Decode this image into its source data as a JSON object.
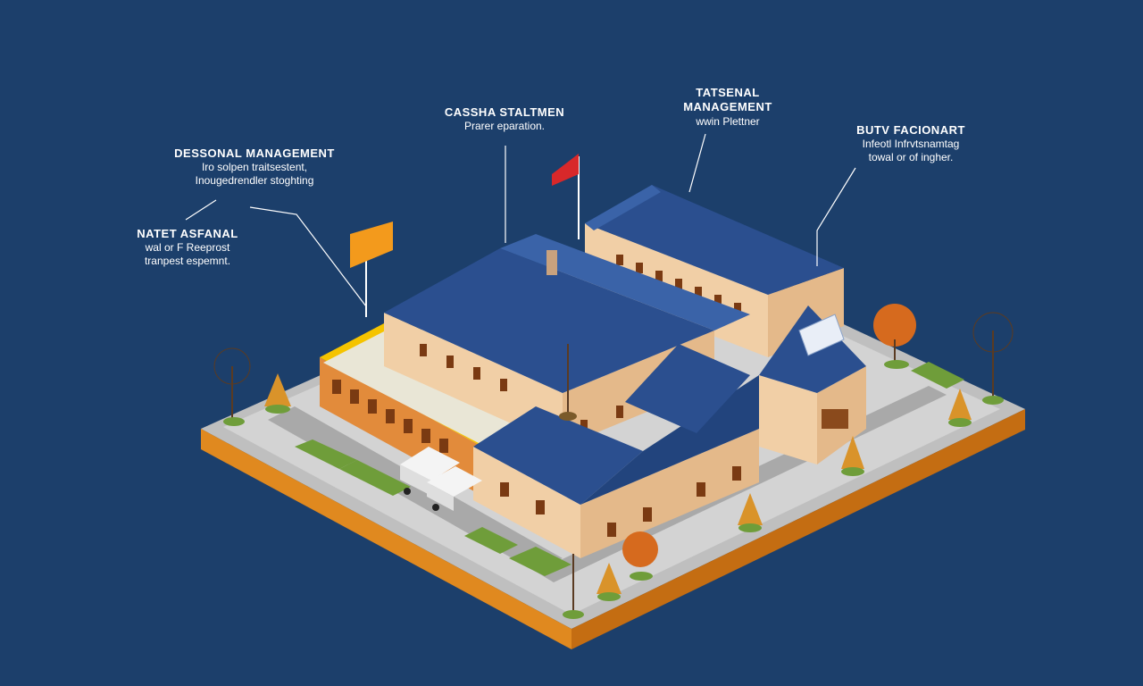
{
  "callouts": [
    {
      "id": "c1",
      "title": "DESSONAL MANAGEMENT",
      "lines": [
        "Iro solpen traitsestent,",
        "Inougedrendler stoghting"
      ]
    },
    {
      "id": "c2",
      "title": "NATET ASFANAL",
      "lines": [
        "wal or F Reeprost",
        "tranpest espemnt."
      ]
    },
    {
      "id": "c3",
      "title": "CASSHA STALTMEN",
      "lines": [
        "Prarer eparation."
      ]
    },
    {
      "id": "c4",
      "title": "TATSENAL MANAGEMENT",
      "lines": [
        "wwin Plettner"
      ]
    },
    {
      "id": "c5",
      "title": "BUTV FACIONART",
      "lines": [
        "Infeotl Infrvtsnamtag",
        "towal or of ingher."
      ]
    }
  ],
  "colors": {
    "background": "#1c3f6b",
    "roof": "#2b4f8f",
    "wall": "#f1cfa6",
    "ground": "#c9c9c9",
    "base_edge": "#e0891f",
    "accent_yellow": "#f5c400",
    "flag_orange": "#f39a1c",
    "flag_red": "#d8282a",
    "tree_autumn": "#d66a1e"
  }
}
